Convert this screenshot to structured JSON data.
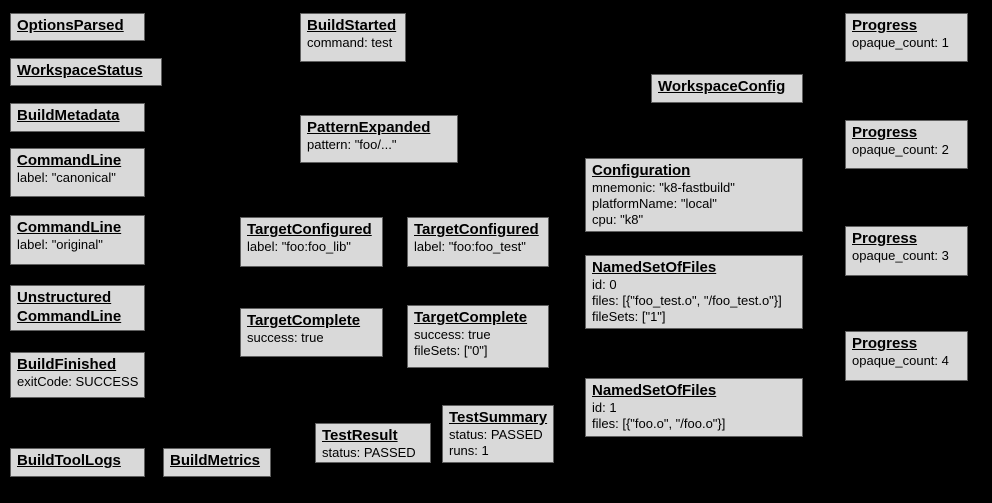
{
  "colors": {
    "background": "#000000",
    "box_fill": "#d9d9d9",
    "box_border": "#606060",
    "text": "#000000"
  },
  "boxes": [
    {
      "title": "OptionsParsed",
      "lines": []
    },
    {
      "title": "WorkspaceStatus",
      "lines": []
    },
    {
      "title": "BuildMetadata",
      "lines": []
    },
    {
      "title": "CommandLine",
      "lines": [
        "label: \"canonical\""
      ]
    },
    {
      "title": "CommandLine",
      "lines": [
        "label: \"original\""
      ]
    },
    {
      "title": "Unstructured",
      "title2": "CommandLine",
      "lines": []
    },
    {
      "title": "BuildFinished",
      "lines": [
        "exitCode: SUCCESS"
      ]
    },
    {
      "title": "BuildToolLogs",
      "lines": []
    },
    {
      "title": "BuildMetrics",
      "lines": []
    },
    {
      "title": "BuildStarted",
      "lines": [
        "command: test"
      ]
    },
    {
      "title": "PatternExpanded",
      "lines": [
        "pattern: \"foo/...\""
      ]
    },
    {
      "title": "TargetConfigured",
      "lines": [
        "label: \"foo:foo_lib\""
      ]
    },
    {
      "title": "TargetConfigured",
      "lines": [
        "label: \"foo:foo_test\""
      ]
    },
    {
      "title": "TargetComplete",
      "lines": [
        "success: true"
      ]
    },
    {
      "title": "TargetComplete",
      "lines": [
        "success: true",
        "fileSets: [\"0\"]"
      ]
    },
    {
      "title": "TestResult",
      "lines": [
        "status: PASSED"
      ]
    },
    {
      "title": "TestSummary",
      "lines": [
        "status: PASSED",
        "runs: 1"
      ]
    },
    {
      "title": "WorkspaceConfig",
      "lines": []
    },
    {
      "title": "Configuration",
      "lines": [
        "mnemonic: \"k8-fastbuild\"",
        "platformName: \"local\"",
        "cpu: \"k8\""
      ]
    },
    {
      "title": "NamedSetOfFiles",
      "lines": [
        "id: 0",
        "files: [{\"foo_test.o\", \"/foo_test.o\"}]",
        "fileSets: [\"1\"]"
      ]
    },
    {
      "title": "NamedSetOfFiles",
      "lines": [
        "id: 1",
        "files: [{\"foo.o\", \"/foo.o\"}]"
      ]
    },
    {
      "title": "Progress",
      "lines": [
        "opaque_count: 1"
      ]
    },
    {
      "title": "Progress",
      "lines": [
        "opaque_count: 2"
      ]
    },
    {
      "title": "Progress",
      "lines": [
        "opaque_count: 3"
      ]
    },
    {
      "title": "Progress",
      "lines": [
        "opaque_count: 4"
      ]
    }
  ]
}
